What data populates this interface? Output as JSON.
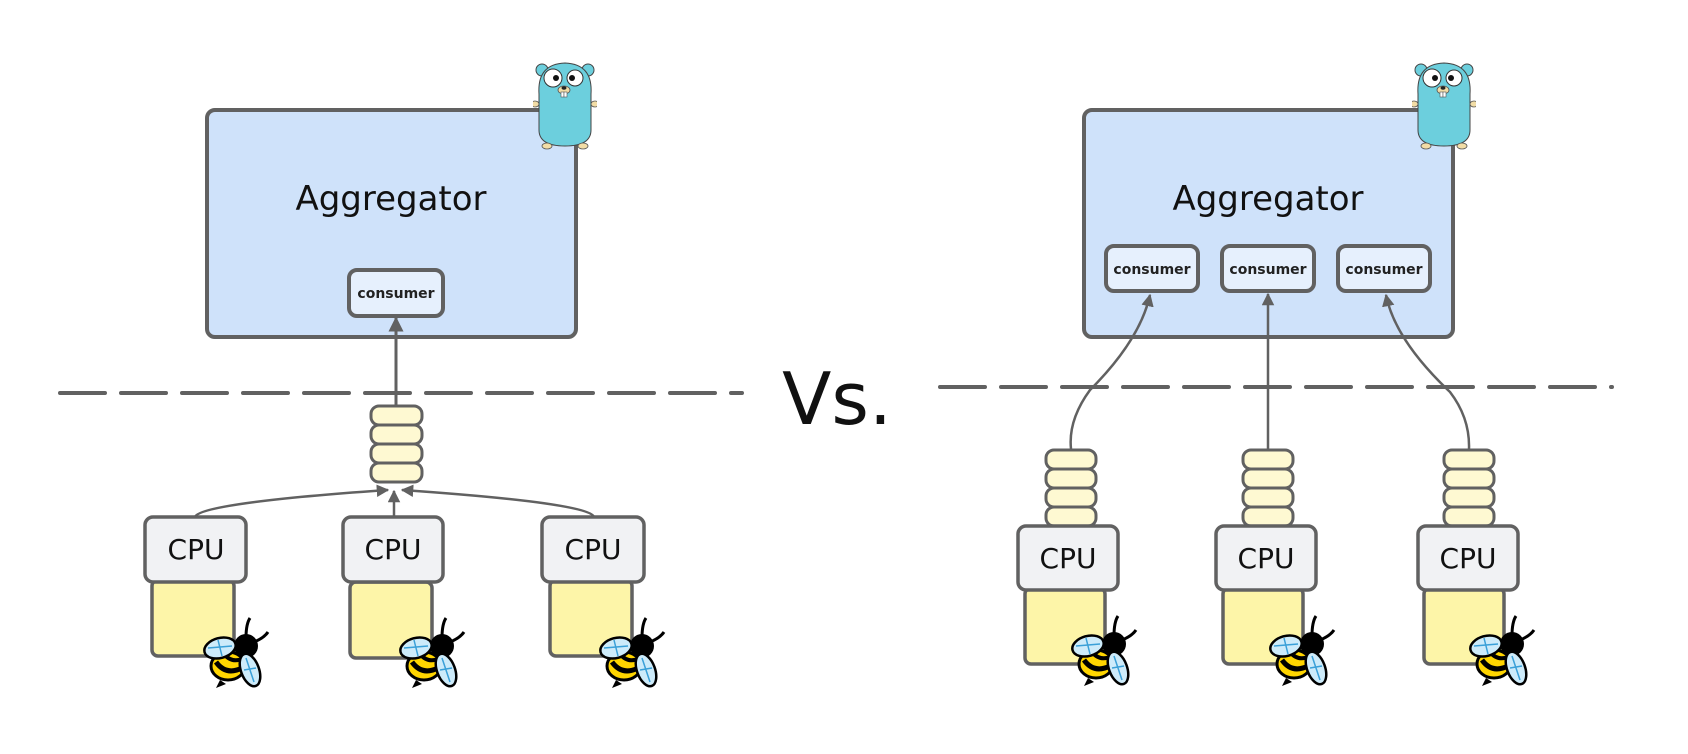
{
  "colors": {
    "stroke": "#616161",
    "aggregator_fill": "#CFE2FA",
    "consumer_fill": "#E6F0FD",
    "cpu_fill": "#F1F2F4",
    "base_fill": "#FDF5A8",
    "queue_fill": "#FEF9D2",
    "gopher_body": "#6CCFDD",
    "bee_yellow": "#FFD500",
    "bee_wing": "#CDEBFA"
  },
  "left_panel": {
    "aggregator_label": "Aggregator",
    "consumers": [
      "consumer"
    ],
    "queue_segments": 4,
    "cpus": [
      "CPU",
      "CPU",
      "CPU"
    ],
    "mascot": "gopher-icon",
    "worker_icon": "bee-icon"
  },
  "separator": {
    "label": "Vs."
  },
  "right_panel": {
    "aggregator_label": "Aggregator",
    "consumers": [
      "consumer",
      "consumer",
      "consumer"
    ],
    "queue_segments": 4,
    "cpus": [
      "CPU",
      "CPU",
      "CPU"
    ],
    "mascot": "gopher-icon",
    "worker_icon": "bee-icon"
  }
}
